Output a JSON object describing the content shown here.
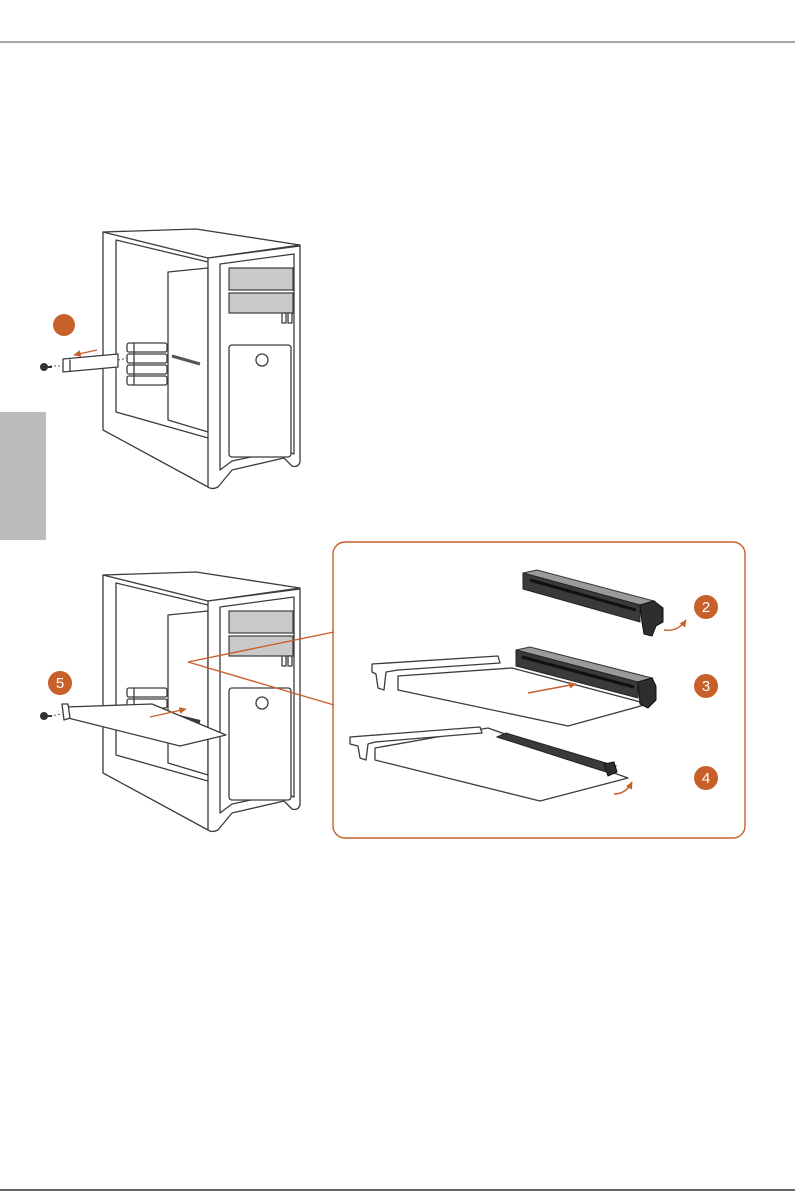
{
  "colors": {
    "accent": "#c8602a",
    "rule": "#8a8a8a",
    "side_tab": "#bcbcbc",
    "drive_bay": "#c9c9c9",
    "slot": "#3a3a3a"
  },
  "steps": [
    {
      "id": "step-1"
    },
    {
      "id": "step-2",
      "label": "2"
    },
    {
      "id": "step-3",
      "label": "3"
    },
    {
      "id": "step-4",
      "label": "4"
    },
    {
      "id": "step-5",
      "label": "5"
    }
  ],
  "icons": [
    "screw-icon",
    "arrow-icon",
    "curved-arrow-icon"
  ]
}
